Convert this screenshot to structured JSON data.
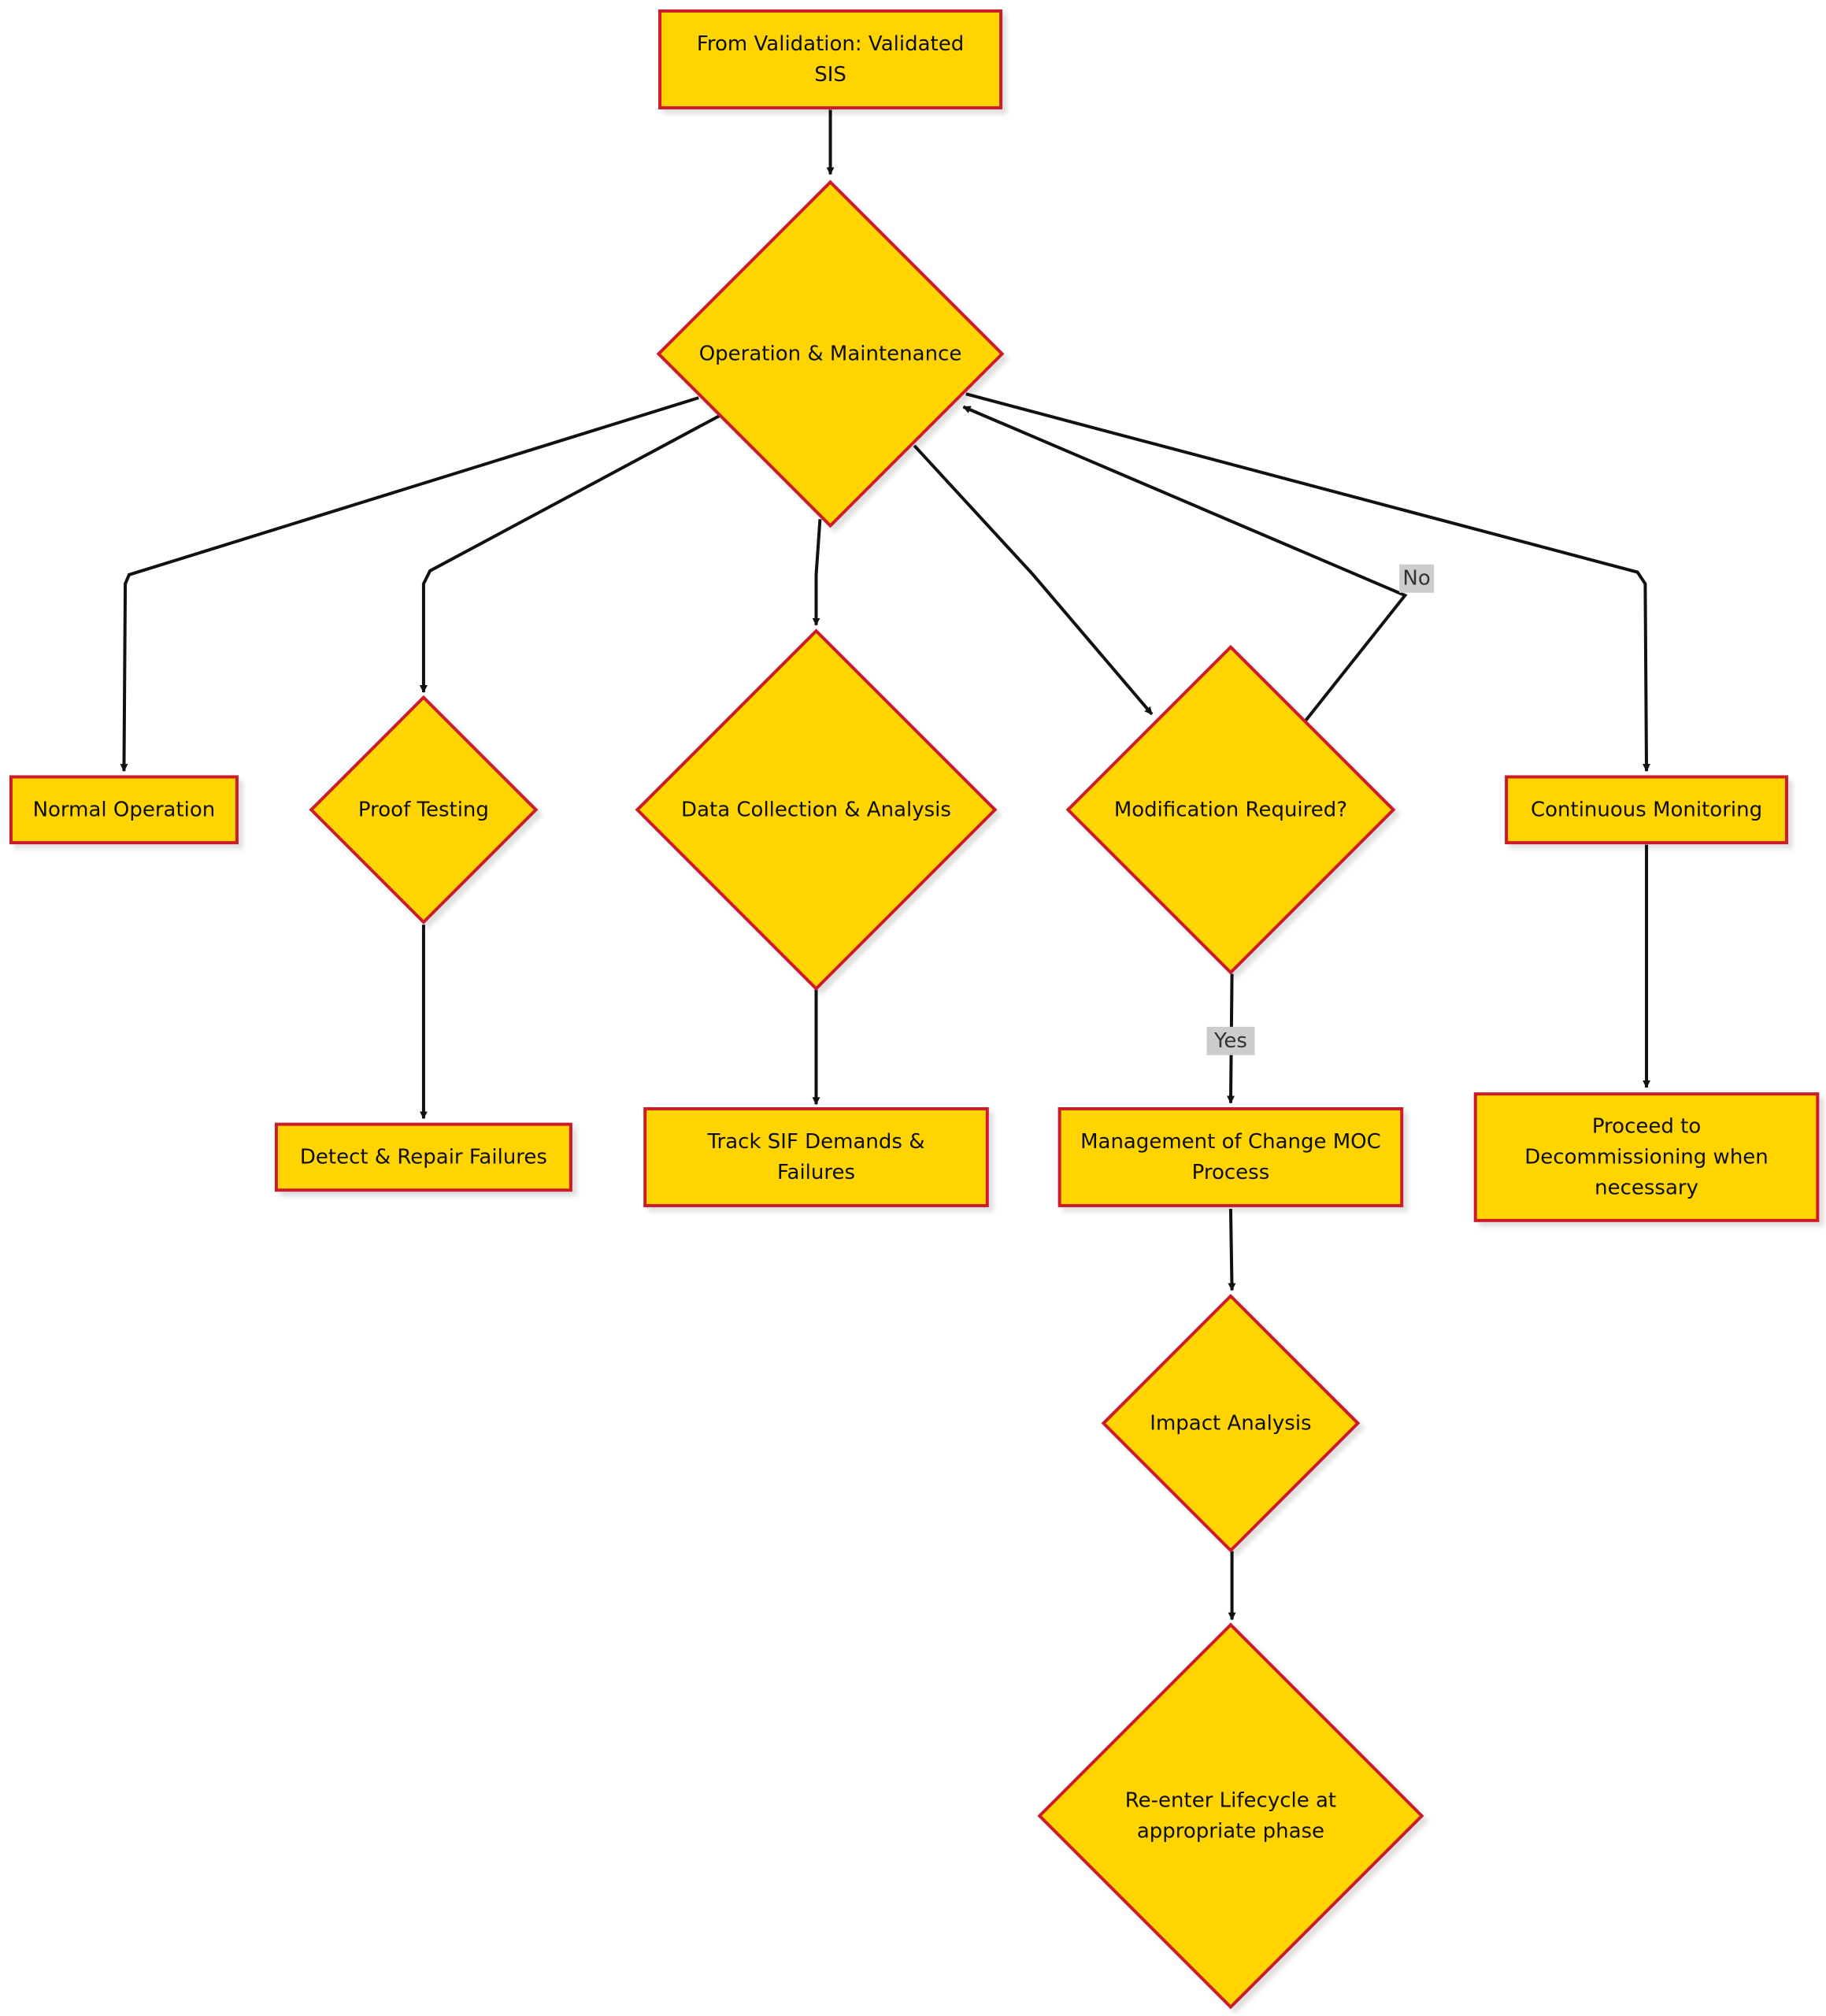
{
  "colors": {
    "node_fill": "#ffd400",
    "node_stroke": "#cc1f2a",
    "edge": "#111111",
    "label_bg": "#cccccc"
  },
  "nodes": {
    "validated_sis": {
      "shape": "rect",
      "lines": [
        "From Validation: Validated",
        "SIS"
      ]
    },
    "operation_maintenance": {
      "shape": "diamond",
      "lines": [
        "Operation & Maintenance"
      ]
    },
    "normal_operation": {
      "shape": "rect",
      "lines": [
        "Normal Operation"
      ]
    },
    "proof_testing": {
      "shape": "diamond",
      "lines": [
        "Proof Testing"
      ]
    },
    "data_collection": {
      "shape": "diamond",
      "lines": [
        "Data Collection & Analysis"
      ]
    },
    "modification_required": {
      "shape": "diamond",
      "lines": [
        "Modification Required?"
      ]
    },
    "continuous_monitoring": {
      "shape": "rect",
      "lines": [
        "Continuous Monitoring"
      ]
    },
    "detect_repair": {
      "shape": "rect",
      "lines": [
        "Detect & Repair Failures"
      ]
    },
    "track_sif": {
      "shape": "rect",
      "lines": [
        "Track SIF Demands &",
        "Failures"
      ]
    },
    "moc_process": {
      "shape": "rect",
      "lines": [
        "Management of Change MOC",
        "Process"
      ]
    },
    "decommissioning": {
      "shape": "rect",
      "lines": [
        "Proceed to",
        "Decommissioning when",
        "necessary"
      ]
    },
    "impact_analysis": {
      "shape": "diamond",
      "lines": [
        "Impact Analysis"
      ]
    },
    "reenter_lifecycle": {
      "shape": "diamond",
      "lines": [
        "Re-enter Lifecycle at",
        "appropriate phase"
      ]
    }
  },
  "edges": [
    {
      "from": "validated_sis",
      "to": "operation_maintenance",
      "label": ""
    },
    {
      "from": "operation_maintenance",
      "to": "normal_operation",
      "label": ""
    },
    {
      "from": "operation_maintenance",
      "to": "proof_testing",
      "label": ""
    },
    {
      "from": "operation_maintenance",
      "to": "data_collection",
      "label": ""
    },
    {
      "from": "operation_maintenance",
      "to": "modification_required",
      "label": ""
    },
    {
      "from": "operation_maintenance",
      "to": "continuous_monitoring",
      "label": ""
    },
    {
      "from": "proof_testing",
      "to": "detect_repair",
      "label": ""
    },
    {
      "from": "data_collection",
      "to": "track_sif",
      "label": ""
    },
    {
      "from": "modification_required",
      "to": "moc_process",
      "label": "Yes"
    },
    {
      "from": "modification_required",
      "to": "operation_maintenance",
      "label": "No"
    },
    {
      "from": "continuous_monitoring",
      "to": "decommissioning",
      "label": ""
    },
    {
      "from": "moc_process",
      "to": "impact_analysis",
      "label": ""
    },
    {
      "from": "impact_analysis",
      "to": "reenter_lifecycle",
      "label": ""
    }
  ]
}
